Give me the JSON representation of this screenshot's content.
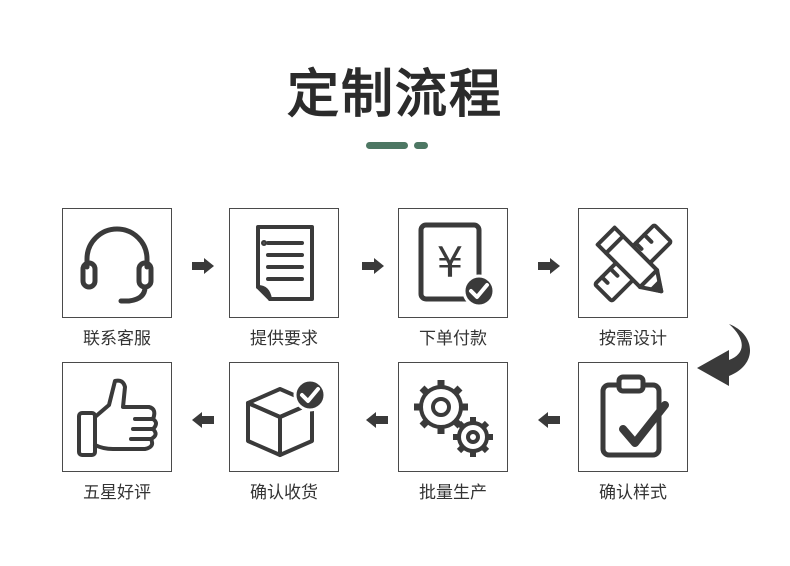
{
  "title": "定制流程",
  "accent_color": "#4d7763",
  "icon_color": "#3a3a3a",
  "steps": [
    {
      "label": "联系客服",
      "icon": "headset-icon"
    },
    {
      "label": "提供要求",
      "icon": "document-list-icon"
    },
    {
      "label": "下单付款",
      "icon": "yen-payment-check-icon"
    },
    {
      "label": "按需设计",
      "icon": "ruler-pencil-icon"
    },
    {
      "label": "确认样式",
      "icon": "clipboard-check-icon"
    },
    {
      "label": "批量生产",
      "icon": "gears-icon"
    },
    {
      "label": "确认收货",
      "icon": "package-check-icon"
    },
    {
      "label": "五星好评",
      "icon": "thumbs-up-icon"
    }
  ],
  "yen_symbol": "¥"
}
